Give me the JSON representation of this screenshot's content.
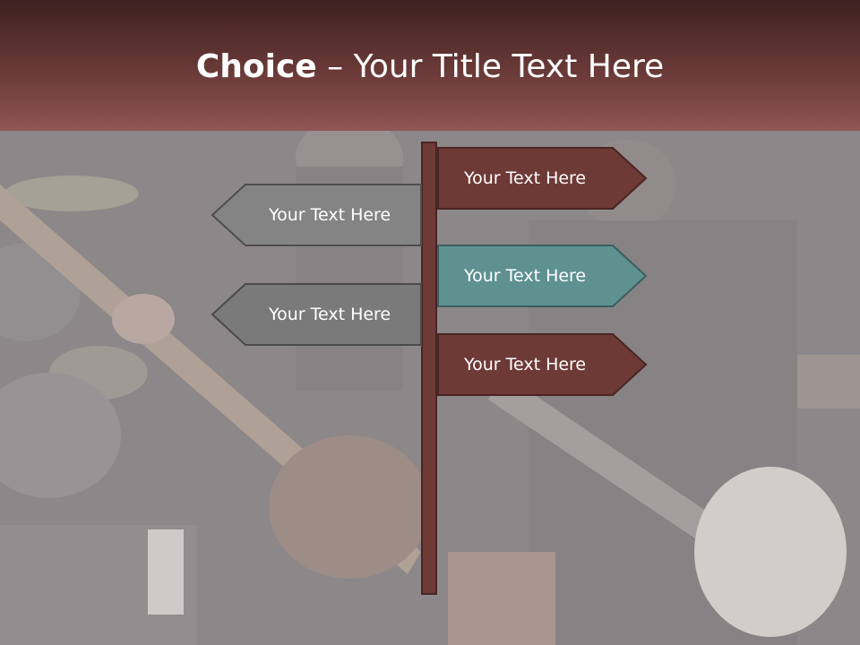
{
  "title": {
    "bold": "Choice",
    "rest": " – Your Title Text Here"
  },
  "signs": {
    "right_top": "Your Text Here",
    "left_top": "Your Text Here",
    "right_middle": "Your Text Here",
    "left_bottom": "Your Text Here",
    "right_bottom": "Your Text Here"
  },
  "colors": {
    "header_dark": "#3d2120",
    "header_light": "#8f5654",
    "sign_brown": "#6e3a36",
    "sign_grey": "#848484",
    "sign_teal": "#5f9191"
  }
}
